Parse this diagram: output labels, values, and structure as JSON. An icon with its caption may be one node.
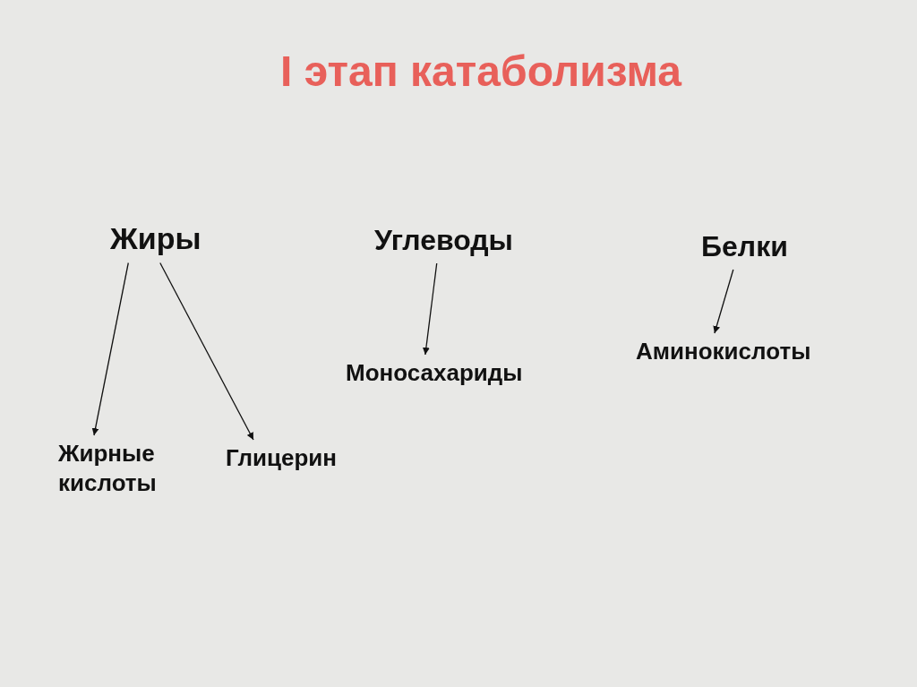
{
  "diagram": {
    "title": "I этап катаболизма",
    "nodes": [
      {
        "text": [
          "Жиры"
        ]
      },
      {
        "text": [
          "Углеводы"
        ]
      },
      {
        "text": [
          "Белки"
        ]
      },
      {
        "text": [
          "Жирные кислоты"
        ]
      },
      {
        "text": [
          "Глицерин"
        ]
      },
      {
        "text": [
          "Моносахариды"
        ]
      },
      {
        "text": [
          "Аминокислоты"
        ]
      }
    ],
    "edges": [
      {
        "from": 0,
        "to": 3,
        "arrow": "to"
      },
      {
        "from": 0,
        "to": 4,
        "arrow": "to"
      },
      {
        "from": 1,
        "to": 5,
        "arrow": "to"
      },
      {
        "from": 2,
        "to": 6,
        "arrow": "to"
      }
    ]
  }
}
